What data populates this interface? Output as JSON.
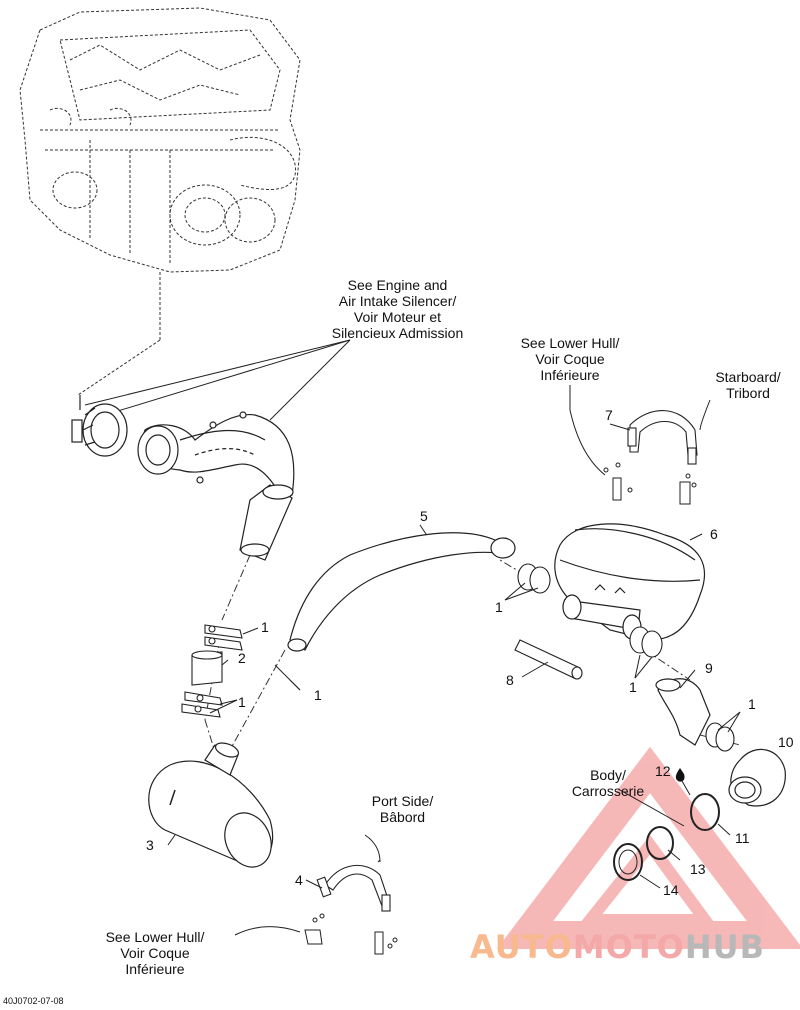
{
  "callouts": {
    "engine_ref": [
      "See Engine and",
      "Air Intake Silencer/",
      "Voir Moteur et",
      "Silencieux Admission"
    ],
    "lower_hull_top": [
      "See Lower Hull/",
      "Voir Coque",
      "Inférieure"
    ],
    "starboard": [
      "Starboard/",
      "Tribord"
    ],
    "port_side": [
      "Port Side/",
      "Bâbord"
    ],
    "lower_hull_bottom": [
      "See Lower Hull/",
      "Voir Coque",
      "Inférieure"
    ],
    "body": [
      "Body/",
      "Carrosserie"
    ]
  },
  "part_numbers": {
    "p1a": "1",
    "p1b": "1",
    "p1c": "1",
    "p1d": "1",
    "p1e": "1",
    "p1f": "1",
    "p2": "2",
    "p3": "3",
    "p4": "4",
    "p5": "5",
    "p6": "6",
    "p7": "7",
    "p8": "8",
    "p9": "9",
    "p10": "10",
    "p11": "11",
    "p12": "12",
    "p13": "13",
    "p14": "14"
  },
  "diagram_code": "40J0702-07-08",
  "watermark": {
    "part1": "AUTO",
    "part2": "MOTO",
    "part3": "HUB"
  },
  "colors": {
    "line": "#222222",
    "watermark_red": "#e85050",
    "watermark_orange": "#f29a5c",
    "watermark_gray": "#9a9a9a"
  }
}
